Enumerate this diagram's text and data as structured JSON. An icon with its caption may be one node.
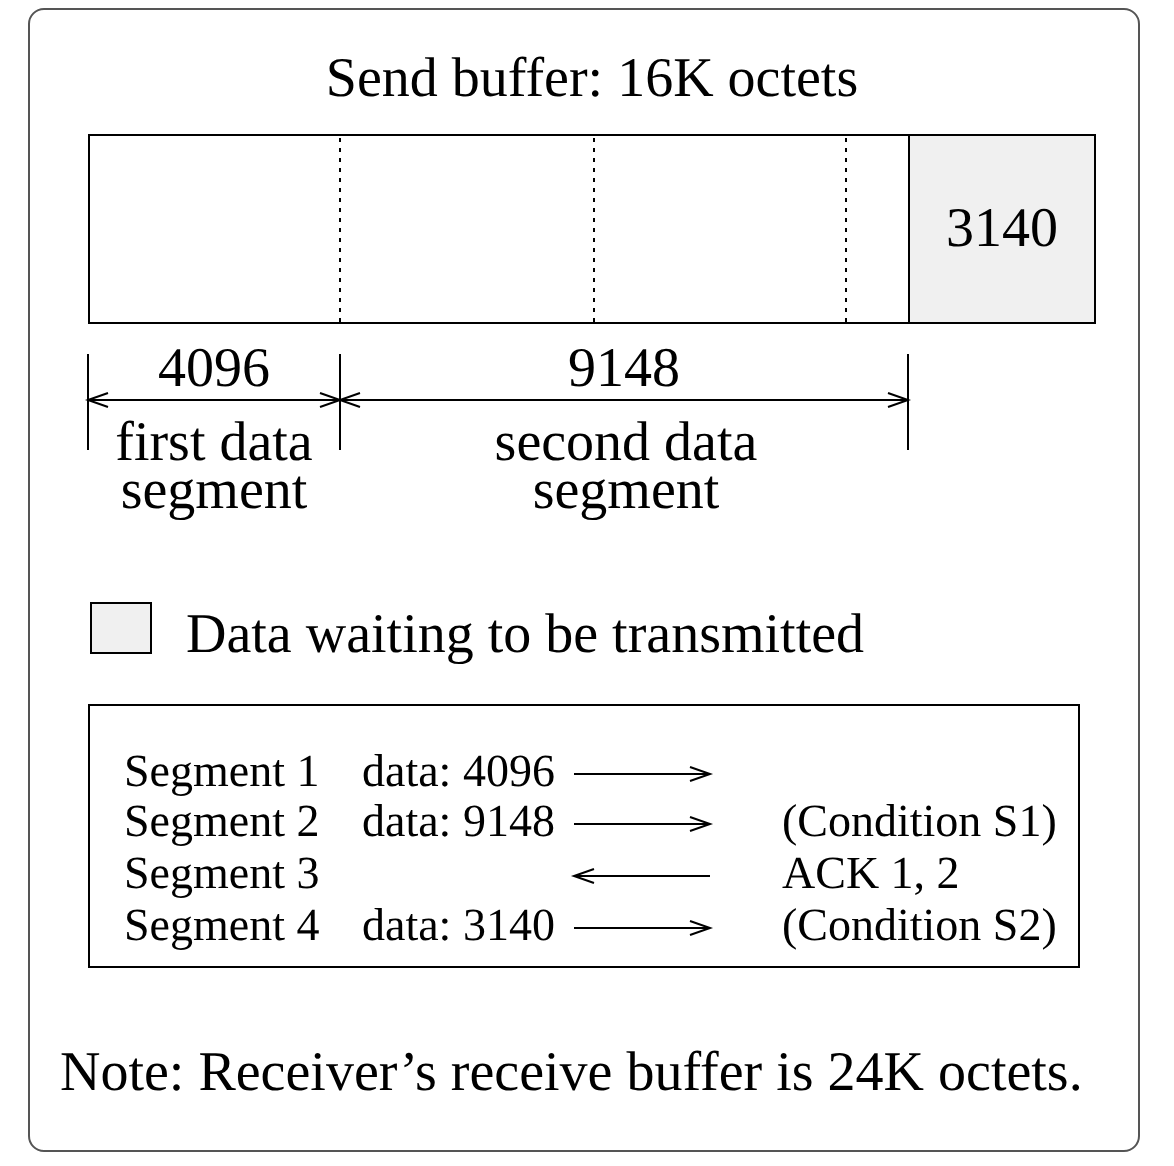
{
  "diagram": {
    "title": "Send buffer: 16K octets",
    "nodes": [
      {
        "text": [],
        "shape": "box"
      },
      {
        "text": [
          "3140"
        ],
        "in": 0
      },
      {
        "text": [
          "Segment 1",
          "data: 4096",
          "Segment 2",
          "data: 9148",
          "(Condition S1)",
          "Segment 3",
          "ACK 1, 2",
          "Segment 4",
          "data: 3140",
          "(Condition S2)"
        ]
      }
    ],
    "labels": [
      "4096",
      "9148",
      "first data segment",
      "second data segment",
      "Note: Receiver’s receive buffer is 24K octets."
    ],
    "legend": [
      {
        "text": "Data waiting to be transmitted",
        "color": "#f0f0f0"
      }
    ]
  }
}
